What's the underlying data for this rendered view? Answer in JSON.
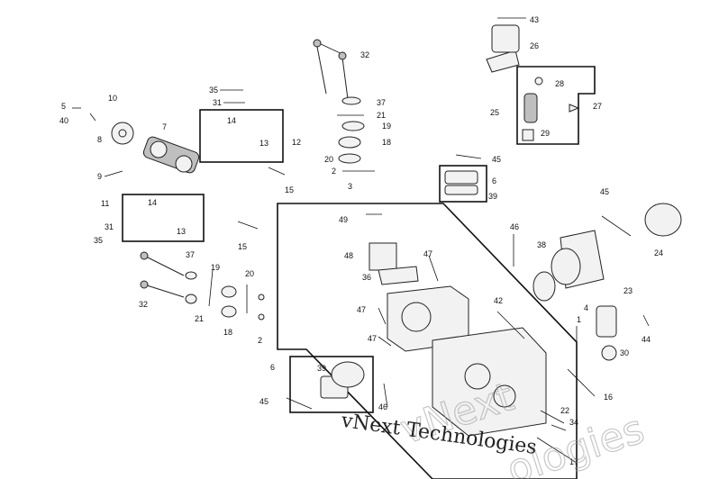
{
  "callouts": {
    "n1": "1",
    "n2": "2",
    "n3": "3",
    "n4": "4",
    "n5": "5",
    "n6": "6",
    "n7": "7",
    "n8": "8",
    "n9": "9",
    "n10": "10",
    "n11": "11",
    "n12": "12",
    "n13": "13",
    "n14": "14",
    "n15": "15",
    "n16": "16",
    "n17": "17",
    "n18": "18",
    "n19": "19",
    "n20": "20",
    "n21": "21",
    "n22": "22",
    "n23": "23",
    "n24": "24",
    "n25": "25",
    "n26": "26",
    "n27": "27",
    "n28": "28",
    "n29": "29",
    "n30": "30",
    "n31": "31",
    "n32": "32",
    "n34": "34",
    "n35": "35",
    "n36": "36",
    "n37": "37",
    "n38": "38",
    "n39": "39",
    "n40": "40",
    "n42": "42",
    "n43": "43",
    "n44": "44",
    "n45": "45",
    "n46": "46",
    "n47": "47",
    "n48": "48",
    "n49": "49"
  },
  "watermark": {
    "text": "vNext Technologies",
    "ghost_a": "vNext",
    "ghost_b": "ologies"
  }
}
